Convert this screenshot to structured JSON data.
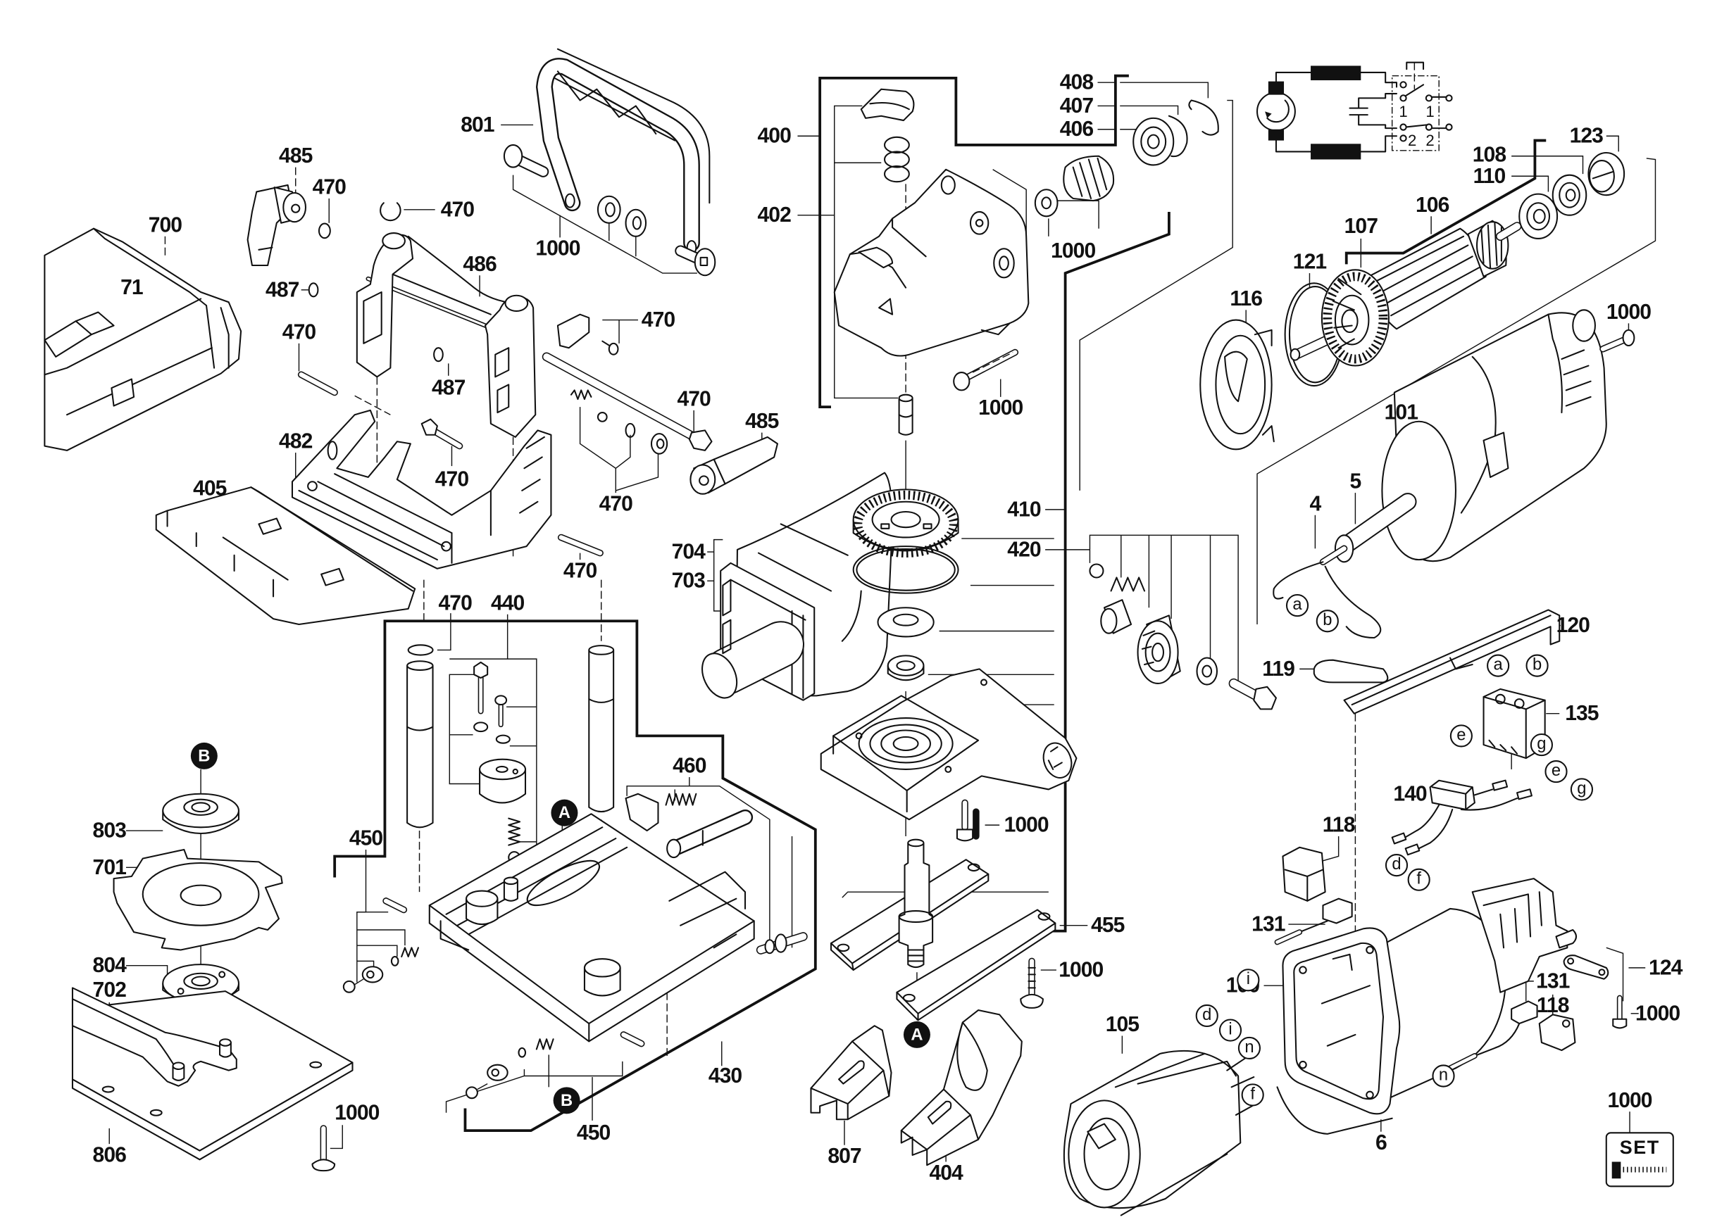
{
  "callouts": [
    "801",
    "485",
    "470",
    "470",
    "700",
    "71",
    "486",
    "1000",
    "487",
    "470",
    "470",
    "487",
    "470",
    "485",
    "482",
    "470",
    "470",
    "405",
    "470",
    "470",
    "440",
    "460",
    "450",
    "450",
    "430",
    "803",
    "701",
    "804",
    "702",
    "806",
    "1000",
    "400",
    "402",
    "408",
    "407",
    "406",
    "1000",
    "1000",
    "410",
    "420",
    "704",
    "703",
    "1000",
    "455",
    "1000",
    "807",
    "404",
    "105",
    "100",
    "6",
    "131",
    "118",
    "140",
    "135",
    "120",
    "119",
    "4",
    "5",
    "101",
    "1000",
    "116",
    "121",
    "107",
    "106",
    "108",
    "110",
    "123",
    "124",
    "1000",
    "131",
    "118",
    "1000"
  ],
  "connector_letters": [
    "a",
    "b",
    "a",
    "b",
    "e",
    "g",
    "e",
    "g",
    "d",
    "f",
    "i",
    "d",
    "i",
    "n",
    "f",
    "n"
  ],
  "reference_markers": [
    "B",
    "A",
    "B",
    "A"
  ],
  "circuit_diagram": {
    "switch_contact_labels": [
      "1",
      "1",
      "2",
      "2"
    ]
  },
  "set_badge": {
    "label": "SET"
  },
  "colors": {
    "line": "#111111",
    "background": "#ffffff"
  }
}
